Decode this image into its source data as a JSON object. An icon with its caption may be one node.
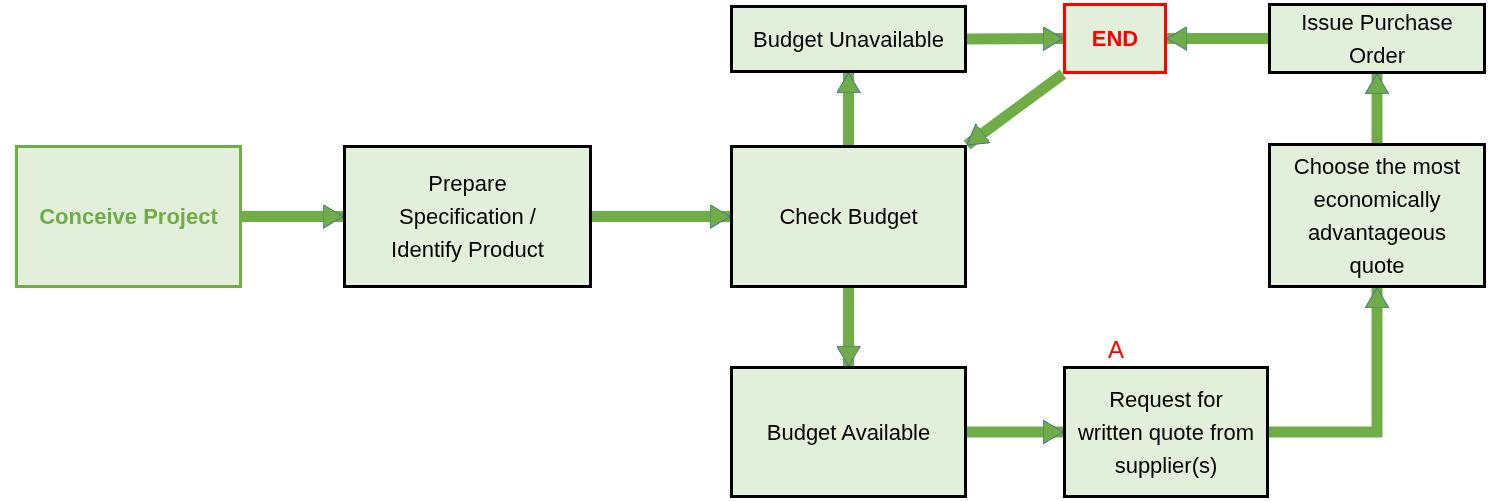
{
  "diagram": {
    "nodes": [
      {
        "text": [
          "Conceive Project"
        ]
      },
      {
        "text": [
          "Prepare Specification / Identify Product"
        ]
      },
      {
        "text": [
          "Check Budget"
        ]
      },
      {
        "text": [
          "Budget Unavailable"
        ]
      },
      {
        "text": [
          "END"
        ]
      },
      {
        "text": [
          "Issue Purchase Order"
        ]
      },
      {
        "text": [
          "Choose the most economically advantageous quote"
        ]
      },
      {
        "text": [
          "Budget Available"
        ]
      },
      {
        "text": [
          "Request for written quote from supplier(s)"
        ]
      }
    ],
    "edges": [
      {
        "from": 0,
        "to": 1,
        "arrow": "to"
      },
      {
        "from": 1,
        "to": 2,
        "arrow": "to"
      },
      {
        "from": 2,
        "to": 3,
        "arrow": "to"
      },
      {
        "from": 3,
        "to": 4,
        "arrow": "to"
      },
      {
        "from": 5,
        "to": 4,
        "arrow": "to"
      },
      {
        "from": 4,
        "to": 2,
        "arrow": "to"
      },
      {
        "from": 2,
        "to": 7,
        "arrow": "to"
      },
      {
        "from": 7,
        "to": 8,
        "arrow": "to"
      },
      {
        "from": 8,
        "to": 6,
        "arrow": "to"
      },
      {
        "from": 6,
        "to": 5,
        "arrow": "to"
      }
    ],
    "labels": [
      "A"
    ]
  }
}
